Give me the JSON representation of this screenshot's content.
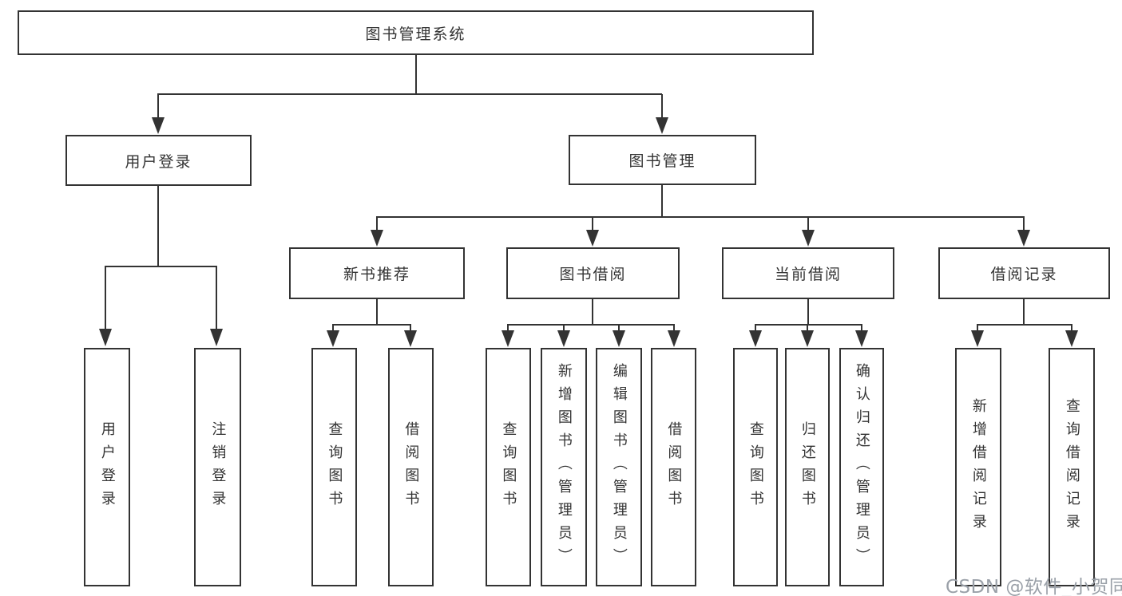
{
  "root": {
    "label": "图书管理系统"
  },
  "nodes": {
    "user_login": "用户登录",
    "book_mgmt": "图书管理",
    "new_book_rec": "新书推荐",
    "book_borrow": "图书借阅",
    "current_borrow": "当前借阅",
    "borrow_records": "借阅记录"
  },
  "leaves": {
    "user_login": [
      "用户登录",
      "注销登录"
    ],
    "new_book_rec": [
      "查询图书",
      "借阅图书"
    ],
    "book_borrow": [
      "查询图书",
      "新增图书（管理员）",
      "编辑图书（管理员）",
      "借阅图书"
    ],
    "current_borrow": [
      "查询图书",
      "归还图书",
      "确认归还（管理员）"
    ],
    "borrow_records": [
      "新增借阅记录",
      "查询借阅记录"
    ]
  },
  "watermark": "CSDN @软件_小贺同学",
  "colors": {
    "line": "#333333",
    "box_border": "#333333",
    "text": "#333333",
    "watermark": "#9aa0a8",
    "background": "#ffffff"
  }
}
